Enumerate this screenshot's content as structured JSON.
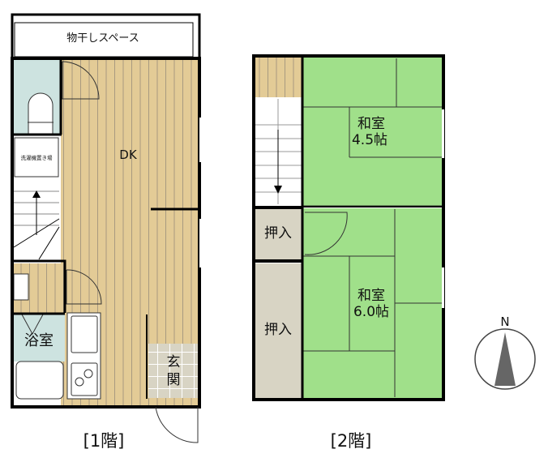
{
  "floor1": {
    "label": "[1階]",
    "rooms": {
      "balcony": "物干しスペース",
      "dk": "DK",
      "laundry": "洗濯機置き場",
      "bath": "浴室",
      "entrance_line1": "玄",
      "entrance_line2": "関"
    }
  },
  "floor2": {
    "label": "[2階]",
    "rooms": {
      "room_a_name": "和室",
      "room_a_size": "4.5帖",
      "room_b_name": "和室",
      "room_b_size": "6.0帖",
      "closet_a": "押入",
      "closet_b": "押入"
    }
  },
  "compass": {
    "label": "N"
  },
  "colors": {
    "flooring": "#e3cb96",
    "tatami": "#a0e08a",
    "wet_area": "#cde3e0",
    "closet": "#d8d4c4",
    "wall": "#000000"
  }
}
